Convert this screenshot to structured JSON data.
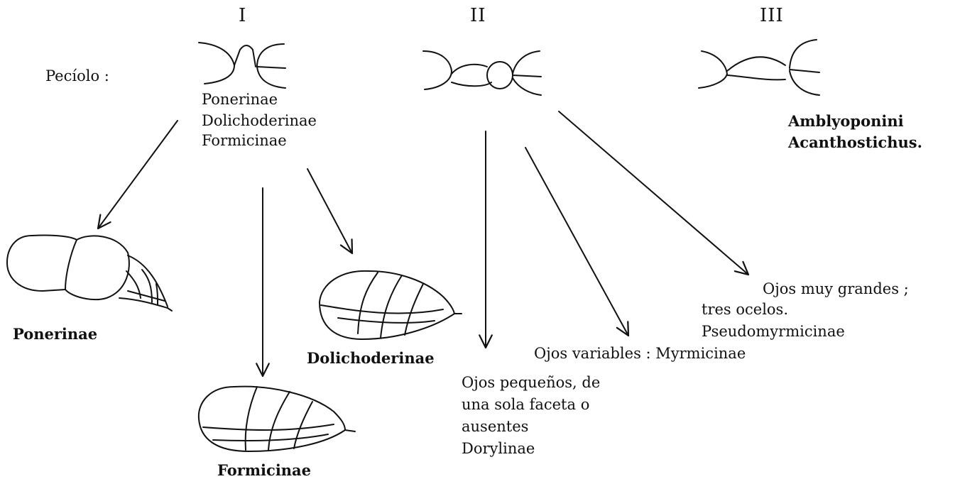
{
  "groups": {
    "one": "I",
    "two": "II",
    "three": "III"
  },
  "petiole_label": "Pecíolo :",
  "type_one_subfamilies": [
    "Ponerinae",
    "Dolichoderinae",
    "Formicinae"
  ],
  "type_three_groups": [
    "Amblyoponini",
    "Acanthostichus."
  ],
  "gaster_labels": {
    "ponerinae": "Ponerinae",
    "formicinae": "Formicinae",
    "dolichoderinae": "Dolichoderinae"
  },
  "eye_notes": {
    "dorylinae": [
      "Ojos pequeños, de",
      "una sola faceta o",
      "ausentes",
      "Dorylinae"
    ],
    "myrmicinae": "Ojos variables : Myrmicinae",
    "pseudomyrmicinae": [
      "Ojos muy grandes ;",
      "tres ocelos.",
      "Pseudomyrmicinae"
    ]
  },
  "ink_color": "#111111"
}
